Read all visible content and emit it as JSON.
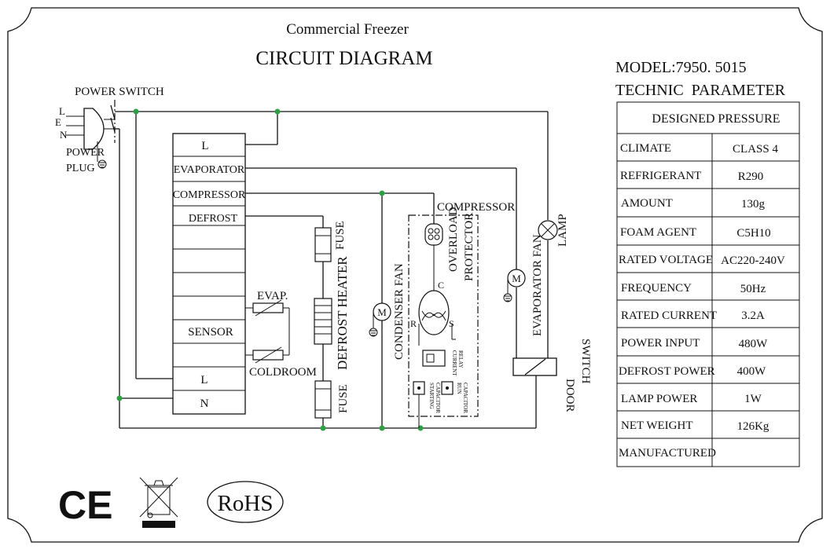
{
  "header": {
    "subtitle": "Commercial Freezer",
    "title": "CIRCUIT DIAGRAM",
    "model_label": "MODEL:7950. 5015",
    "params_heading": "TECHNIC  PARAMETER"
  },
  "param_table": {
    "heading": "DESIGNED PRESSURE",
    "rows": [
      {
        "label": "CLIMATE",
        "value": "CLASS 4"
      },
      {
        "label": "REFRIGERANT",
        "value": "R290"
      },
      {
        "label": "AMOUNT",
        "value": "130g"
      },
      {
        "label": "FOAM AGENT",
        "value": "C5H10"
      },
      {
        "label": "RATED VOLTAGE",
        "value": "AC220-240V"
      },
      {
        "label": "FREQUENCY",
        "value": "50Hz"
      },
      {
        "label": "RATED CURRENT",
        "value": "3.2A"
      },
      {
        "label": "POWER INPUT",
        "value": "480W"
      },
      {
        "label": "DEFROST POWER",
        "value": "400W"
      },
      {
        "label": "LAMP POWER",
        "value": "1W"
      },
      {
        "label": "NET WEIGHT",
        "value": "126Kg"
      },
      {
        "label": "MANUFACTURED",
        "value": ""
      }
    ]
  },
  "controller": {
    "terminals": [
      "L",
      "EVAPORATOR",
      "COMPRESSOR",
      "DEFROST",
      "",
      "",
      "",
      "",
      "SENSOR",
      "",
      "L",
      "N"
    ]
  },
  "labels": {
    "power_switch": "POWER SWITCH",
    "plug_l": "L",
    "plug_e": "E",
    "plug_n": "N",
    "power_plug_1": "POWER",
    "power_plug_2": "PLUG",
    "evap_sensor": "EVAP.",
    "coldroom_sensor": "COLDROOM",
    "fuse_top": "FUSE",
    "defrost_heater": "DEFROST HEATER",
    "fuse_bottom": "FUSE",
    "condenser_fan": "CONDENSER FAN",
    "compressor": "COMPRESSOR",
    "overload_1": "OVERLOAD",
    "overload_2": "PROTECTOR",
    "term_c": "C",
    "term_r": "R",
    "term_s": "S",
    "current_relay_1": "CURRENT",
    "current_relay_2": "RELAY",
    "starting_cap_1": "STARTING",
    "starting_cap_2": "CAPACITOR",
    "run_cap_1": "RUN",
    "run_cap_2": "CAPACITOR",
    "evaporator_fan": "EVAPORATOR FAN",
    "lamp": "LAMP",
    "door_switch_1": "DOOR",
    "door_switch_2": "SWITCH",
    "motor": "M"
  },
  "logos": {
    "ce": "CE",
    "rohs": "RoHS",
    "weee": "weee-bin-icon"
  },
  "colors": {
    "line": "#111111",
    "junction": "#2ea043",
    "background": "#ffffff"
  }
}
